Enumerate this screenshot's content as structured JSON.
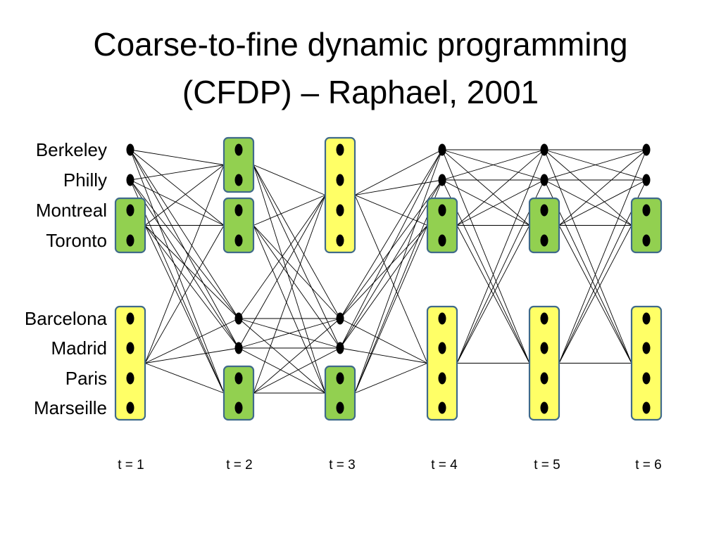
{
  "slide": {
    "title_line1": "Coarse-to-fine dynamic programming",
    "title_line2": "(CFDP) – Raphael, 2001"
  },
  "cities": [
    "Berkeley",
    "Philly",
    "Montreal",
    "Toronto",
    "Barcelona",
    "Madrid",
    "Paris",
    "Marseille"
  ],
  "time_steps": [
    "t = 1",
    "t = 2",
    "t = 3",
    "t = 4",
    "t = 5",
    "t = 6"
  ],
  "colors": {
    "green_fill": "#92d050",
    "yellow_fill": "#ffff66",
    "box_border": "#3f6a8a",
    "node": "#000000",
    "edge": "#000000"
  },
  "columns": [
    {
      "step": "t = 1",
      "groups": [
        {
          "type": "single",
          "members": [
            "Berkeley"
          ]
        },
        {
          "type": "single",
          "members": [
            "Philly"
          ]
        },
        {
          "type": "green",
          "members": [
            "Montreal",
            "Toronto"
          ]
        },
        {
          "type": "yellow",
          "members": [
            "Barcelona",
            "Madrid",
            "Paris",
            "Marseille"
          ]
        }
      ]
    },
    {
      "step": "t = 2",
      "groups": [
        {
          "type": "green",
          "members": [
            "Berkeley",
            "Philly"
          ]
        },
        {
          "type": "green",
          "members": [
            "Montreal",
            "Toronto"
          ]
        },
        {
          "type": "single",
          "members": [
            "Barcelona"
          ]
        },
        {
          "type": "single",
          "members": [
            "Madrid"
          ]
        },
        {
          "type": "green",
          "members": [
            "Paris",
            "Marseille"
          ]
        }
      ]
    },
    {
      "step": "t = 3",
      "groups": [
        {
          "type": "yellow",
          "members": [
            "Berkeley",
            "Philly",
            "Montreal",
            "Toronto"
          ]
        },
        {
          "type": "single",
          "members": [
            "Barcelona"
          ]
        },
        {
          "type": "single",
          "members": [
            "Madrid"
          ]
        },
        {
          "type": "green",
          "members": [
            "Paris",
            "Marseille"
          ]
        }
      ]
    },
    {
      "step": "t = 4",
      "groups": [
        {
          "type": "single",
          "members": [
            "Berkeley"
          ]
        },
        {
          "type": "single",
          "members": [
            "Philly"
          ]
        },
        {
          "type": "green",
          "members": [
            "Montreal",
            "Toronto"
          ]
        },
        {
          "type": "yellow",
          "members": [
            "Barcelona",
            "Madrid",
            "Paris",
            "Marseille"
          ]
        }
      ]
    },
    {
      "step": "t = 5",
      "groups": [
        {
          "type": "single",
          "members": [
            "Berkeley"
          ]
        },
        {
          "type": "single",
          "members": [
            "Philly"
          ]
        },
        {
          "type": "green",
          "members": [
            "Montreal",
            "Toronto"
          ]
        },
        {
          "type": "yellow",
          "members": [
            "Barcelona",
            "Madrid",
            "Paris",
            "Marseille"
          ]
        }
      ]
    },
    {
      "step": "t = 6",
      "groups": [
        {
          "type": "single",
          "members": [
            "Berkeley"
          ]
        },
        {
          "type": "single",
          "members": [
            "Philly"
          ]
        },
        {
          "type": "green",
          "members": [
            "Montreal",
            "Toronto"
          ]
        },
        {
          "type": "yellow",
          "members": [
            "Barcelona",
            "Madrid",
            "Paris",
            "Marseille"
          ]
        }
      ]
    }
  ]
}
